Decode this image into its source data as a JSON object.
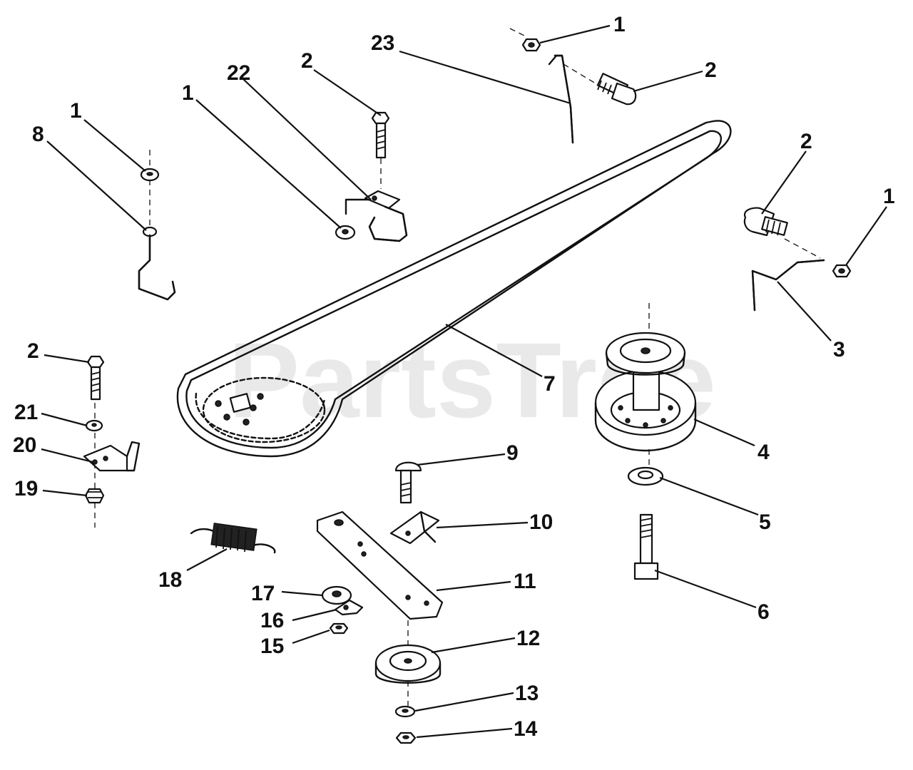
{
  "watermark": "PartsTree",
  "callouts": {
    "c1_top": "1",
    "c23": "23",
    "c2_top": "2",
    "c2_righttop": "2",
    "c1_right": "1",
    "c3": "3",
    "c2_mid": "2",
    "c22": "22",
    "c1_mid": "1",
    "c1_left": "1",
    "c8": "8",
    "c2_left": "2",
    "c21": "21",
    "c20": "20",
    "c19": "19",
    "c7": "7",
    "c4": "4",
    "c5": "5",
    "c6": "6",
    "c9": "9",
    "c10": "10",
    "c11": "11",
    "c12": "12",
    "c13": "13",
    "c14": "14",
    "c15": "15",
    "c16": "16",
    "c17": "17",
    "c18": "18"
  }
}
